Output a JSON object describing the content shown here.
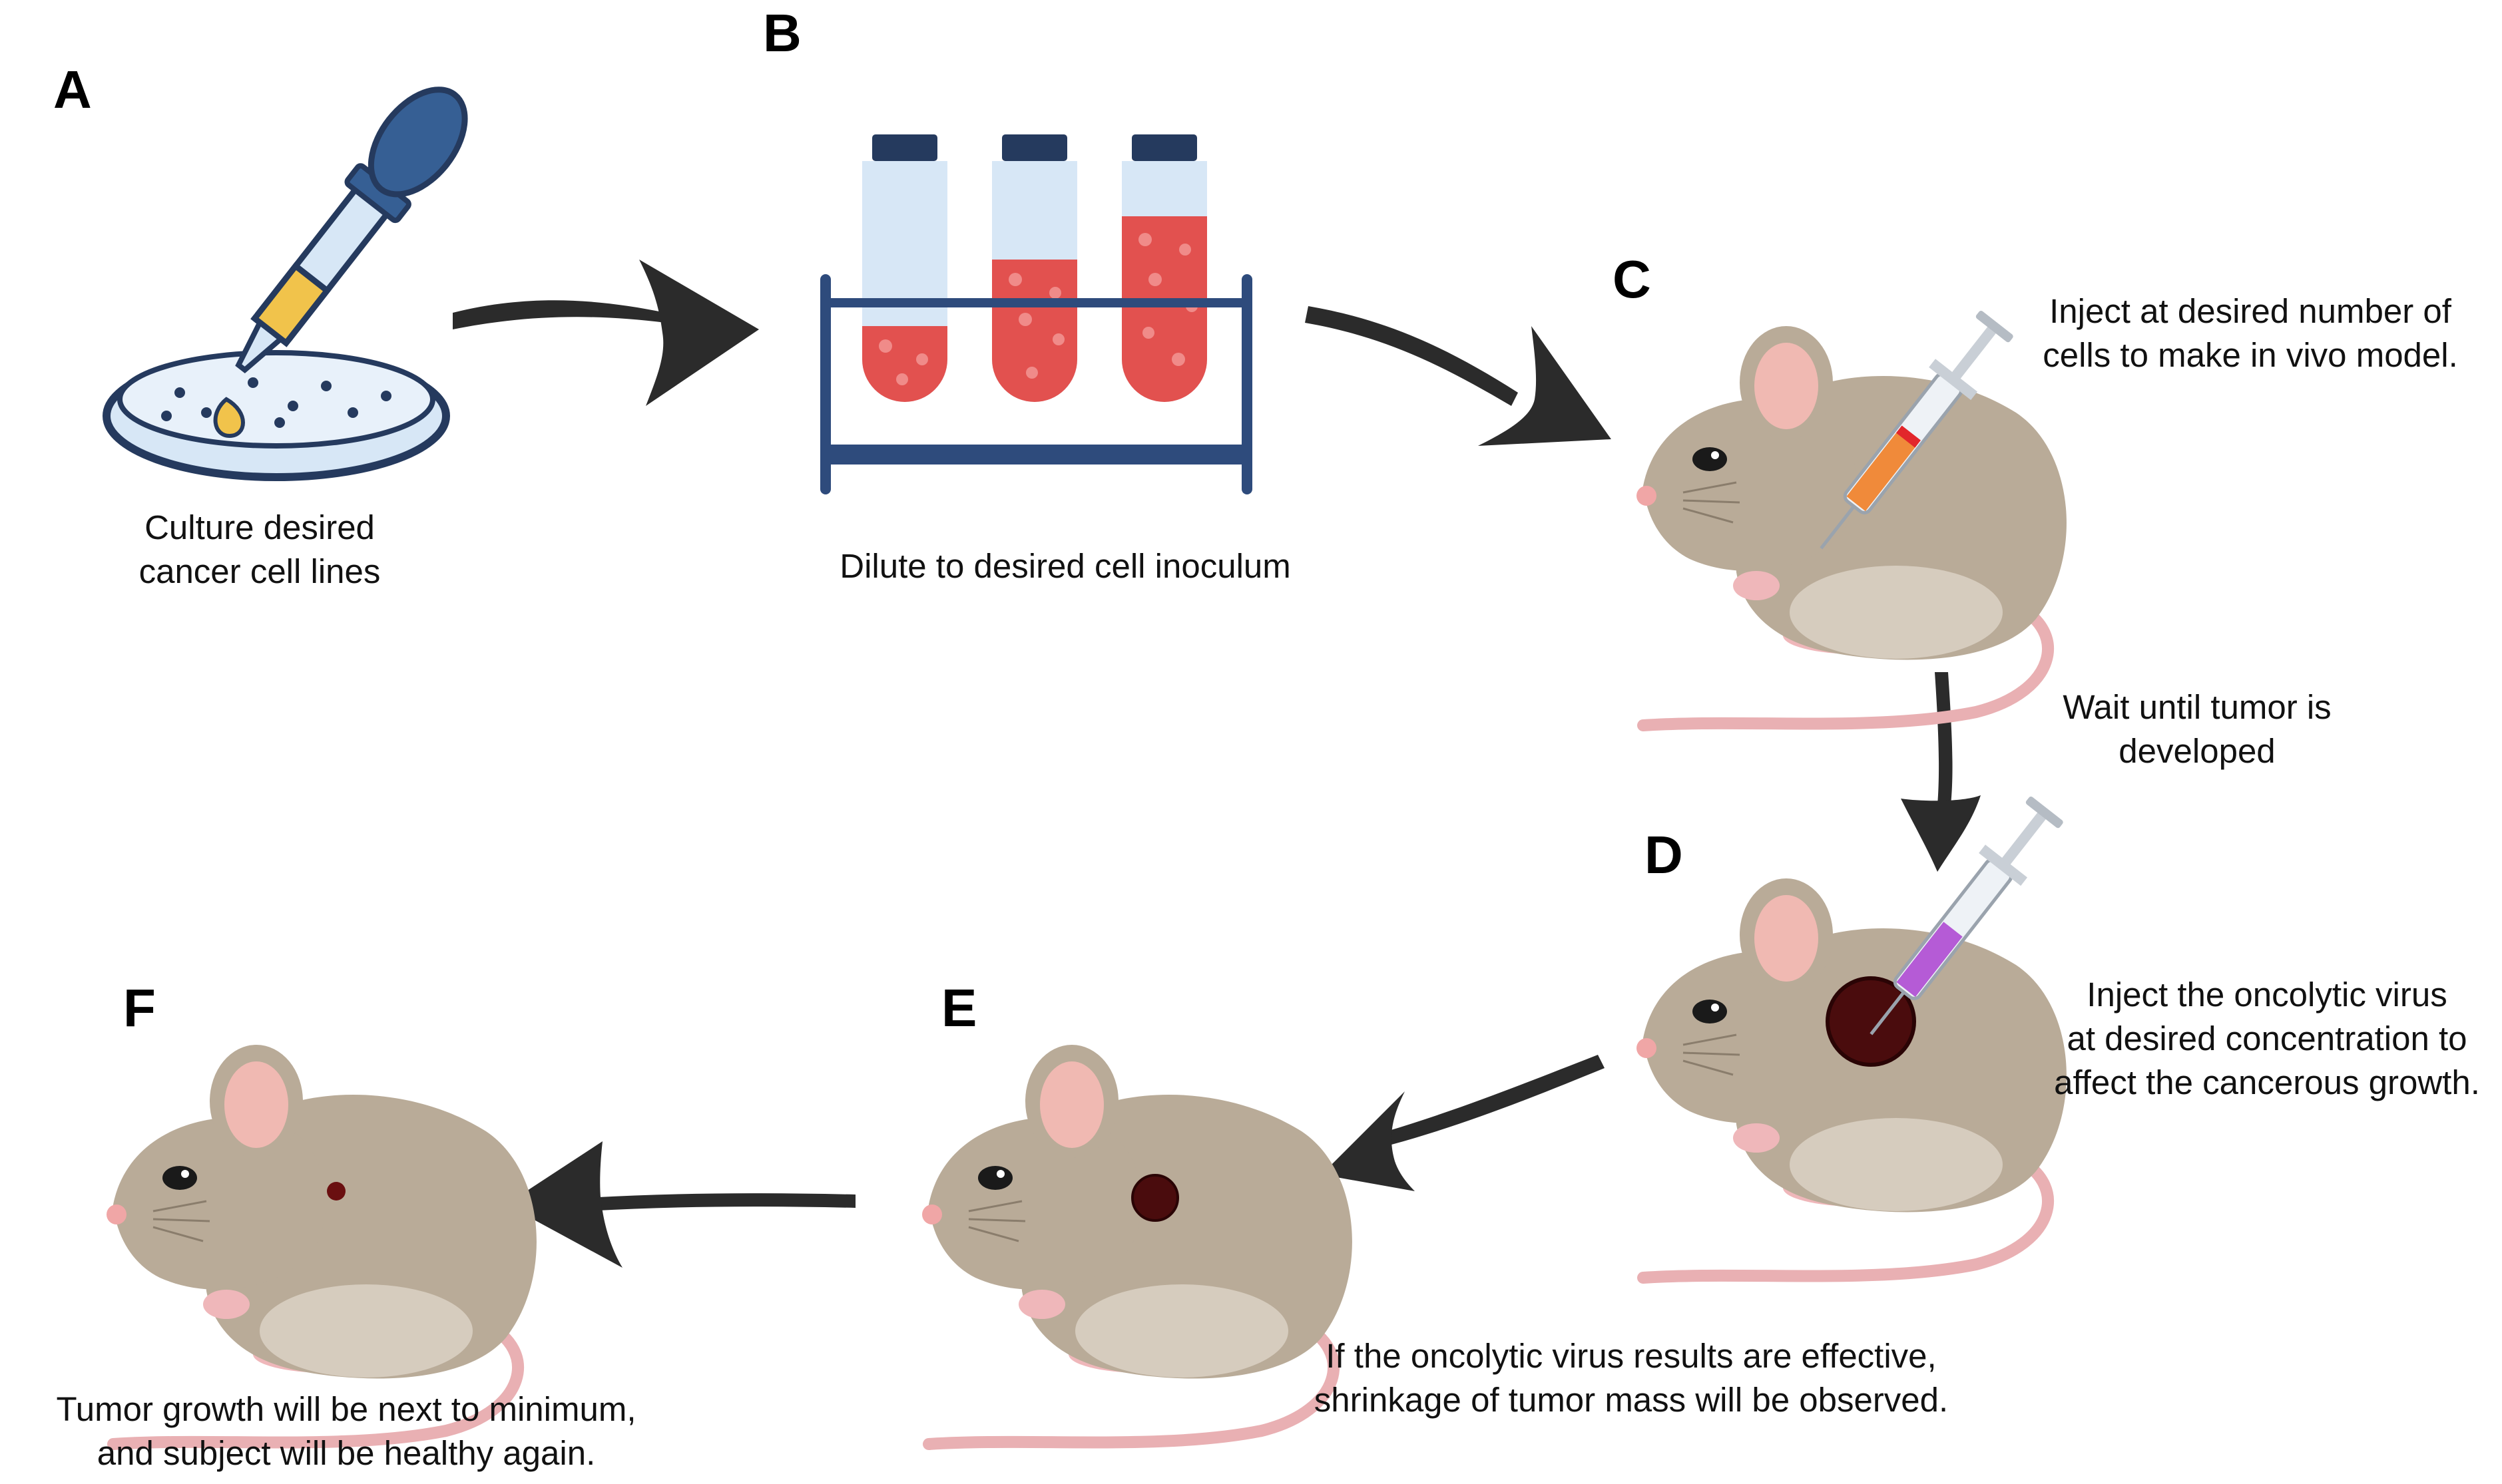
{
  "steps": {
    "a": {
      "letter": "A",
      "caption": [
        "Culture desired",
        "cancer cell lines"
      ]
    },
    "b": {
      "letter": "B",
      "caption": [
        "Dilute to desired cell inoculum"
      ]
    },
    "c": {
      "letter": "C",
      "caption": [
        "Inject at desired number of",
        "cells to make in vivo  model."
      ]
    },
    "wait": {
      "caption": [
        "Wait until tumor is",
        "developed"
      ]
    },
    "d": {
      "letter": "D",
      "caption": [
        "Inject the oncolytic virus",
        "at desired concentration to",
        "affect the cancerous growth."
      ]
    },
    "e": {
      "letter": "E",
      "caption": [
        "If the oncolytic virus results are effective,",
        "shrinkage of tumor mass will be observed."
      ]
    },
    "f": {
      "letter": "F",
      "caption": [
        "Tumor growth will be next to minimum,",
        "and subject will be healthy again."
      ]
    }
  },
  "colors": {
    "arrow": "#2b2b2b",
    "mouse_body": "#b9ab98",
    "mouse_ear": "#f0b9b2",
    "mouse_tail": "#e9b0b3",
    "tumor": "#4a0c0d",
    "tube_cap": "#253a5e",
    "tube_glass": "#d7e7f6",
    "tube_liquid": "#e2514f",
    "rack": "#2e4b7c",
    "dropper_bulb": "#365f94",
    "dropper_liquid": "#f1c34b",
    "syringe_c_liquid": "#f08a3a",
    "syringe_d_liquid": "#b55bd6"
  },
  "icons": [
    "dropper-icon",
    "petri-dish-icon",
    "test-tube-rack-icon",
    "syringe-icon",
    "mouse-icon",
    "tumor-icon",
    "arrow-icon"
  ]
}
